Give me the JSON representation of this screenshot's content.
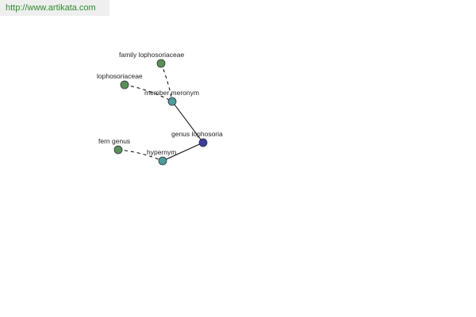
{
  "header": {
    "url": "http://www.artikata.com"
  },
  "colors": {
    "term": "#5a8f5a",
    "relation": "#4f9c9c",
    "focus": "#3a3f9a",
    "edge": "#000000",
    "banner_text": "#2e8b2e"
  },
  "graph": {
    "nodes": [
      {
        "id": "family-lophosoriaceae",
        "label": "family lophosoriaceae",
        "kind": "term"
      },
      {
        "id": "lophosoriaceae",
        "label": "lophosoriaceae",
        "kind": "term"
      },
      {
        "id": "member-meronym",
        "label": "member meronym",
        "kind": "relation"
      },
      {
        "id": "genus-lophosoria",
        "label": "genus lophosoria",
        "kind": "focus"
      },
      {
        "id": "fern-genus",
        "label": "fern genus",
        "kind": "term"
      },
      {
        "id": "hypernym",
        "label": "hypernym",
        "kind": "relation"
      }
    ],
    "edges": [
      {
        "from": "family-lophosoriaceae",
        "to": "member-meronym",
        "style": "dashed"
      },
      {
        "from": "lophosoriaceae",
        "to": "member-meronym",
        "style": "dashed"
      },
      {
        "from": "member-meronym",
        "to": "genus-lophosoria",
        "style": "solid"
      },
      {
        "from": "fern-genus",
        "to": "hypernym",
        "style": "dashed"
      },
      {
        "from": "hypernym",
        "to": "genus-lophosoria",
        "style": "solid"
      }
    ]
  }
}
